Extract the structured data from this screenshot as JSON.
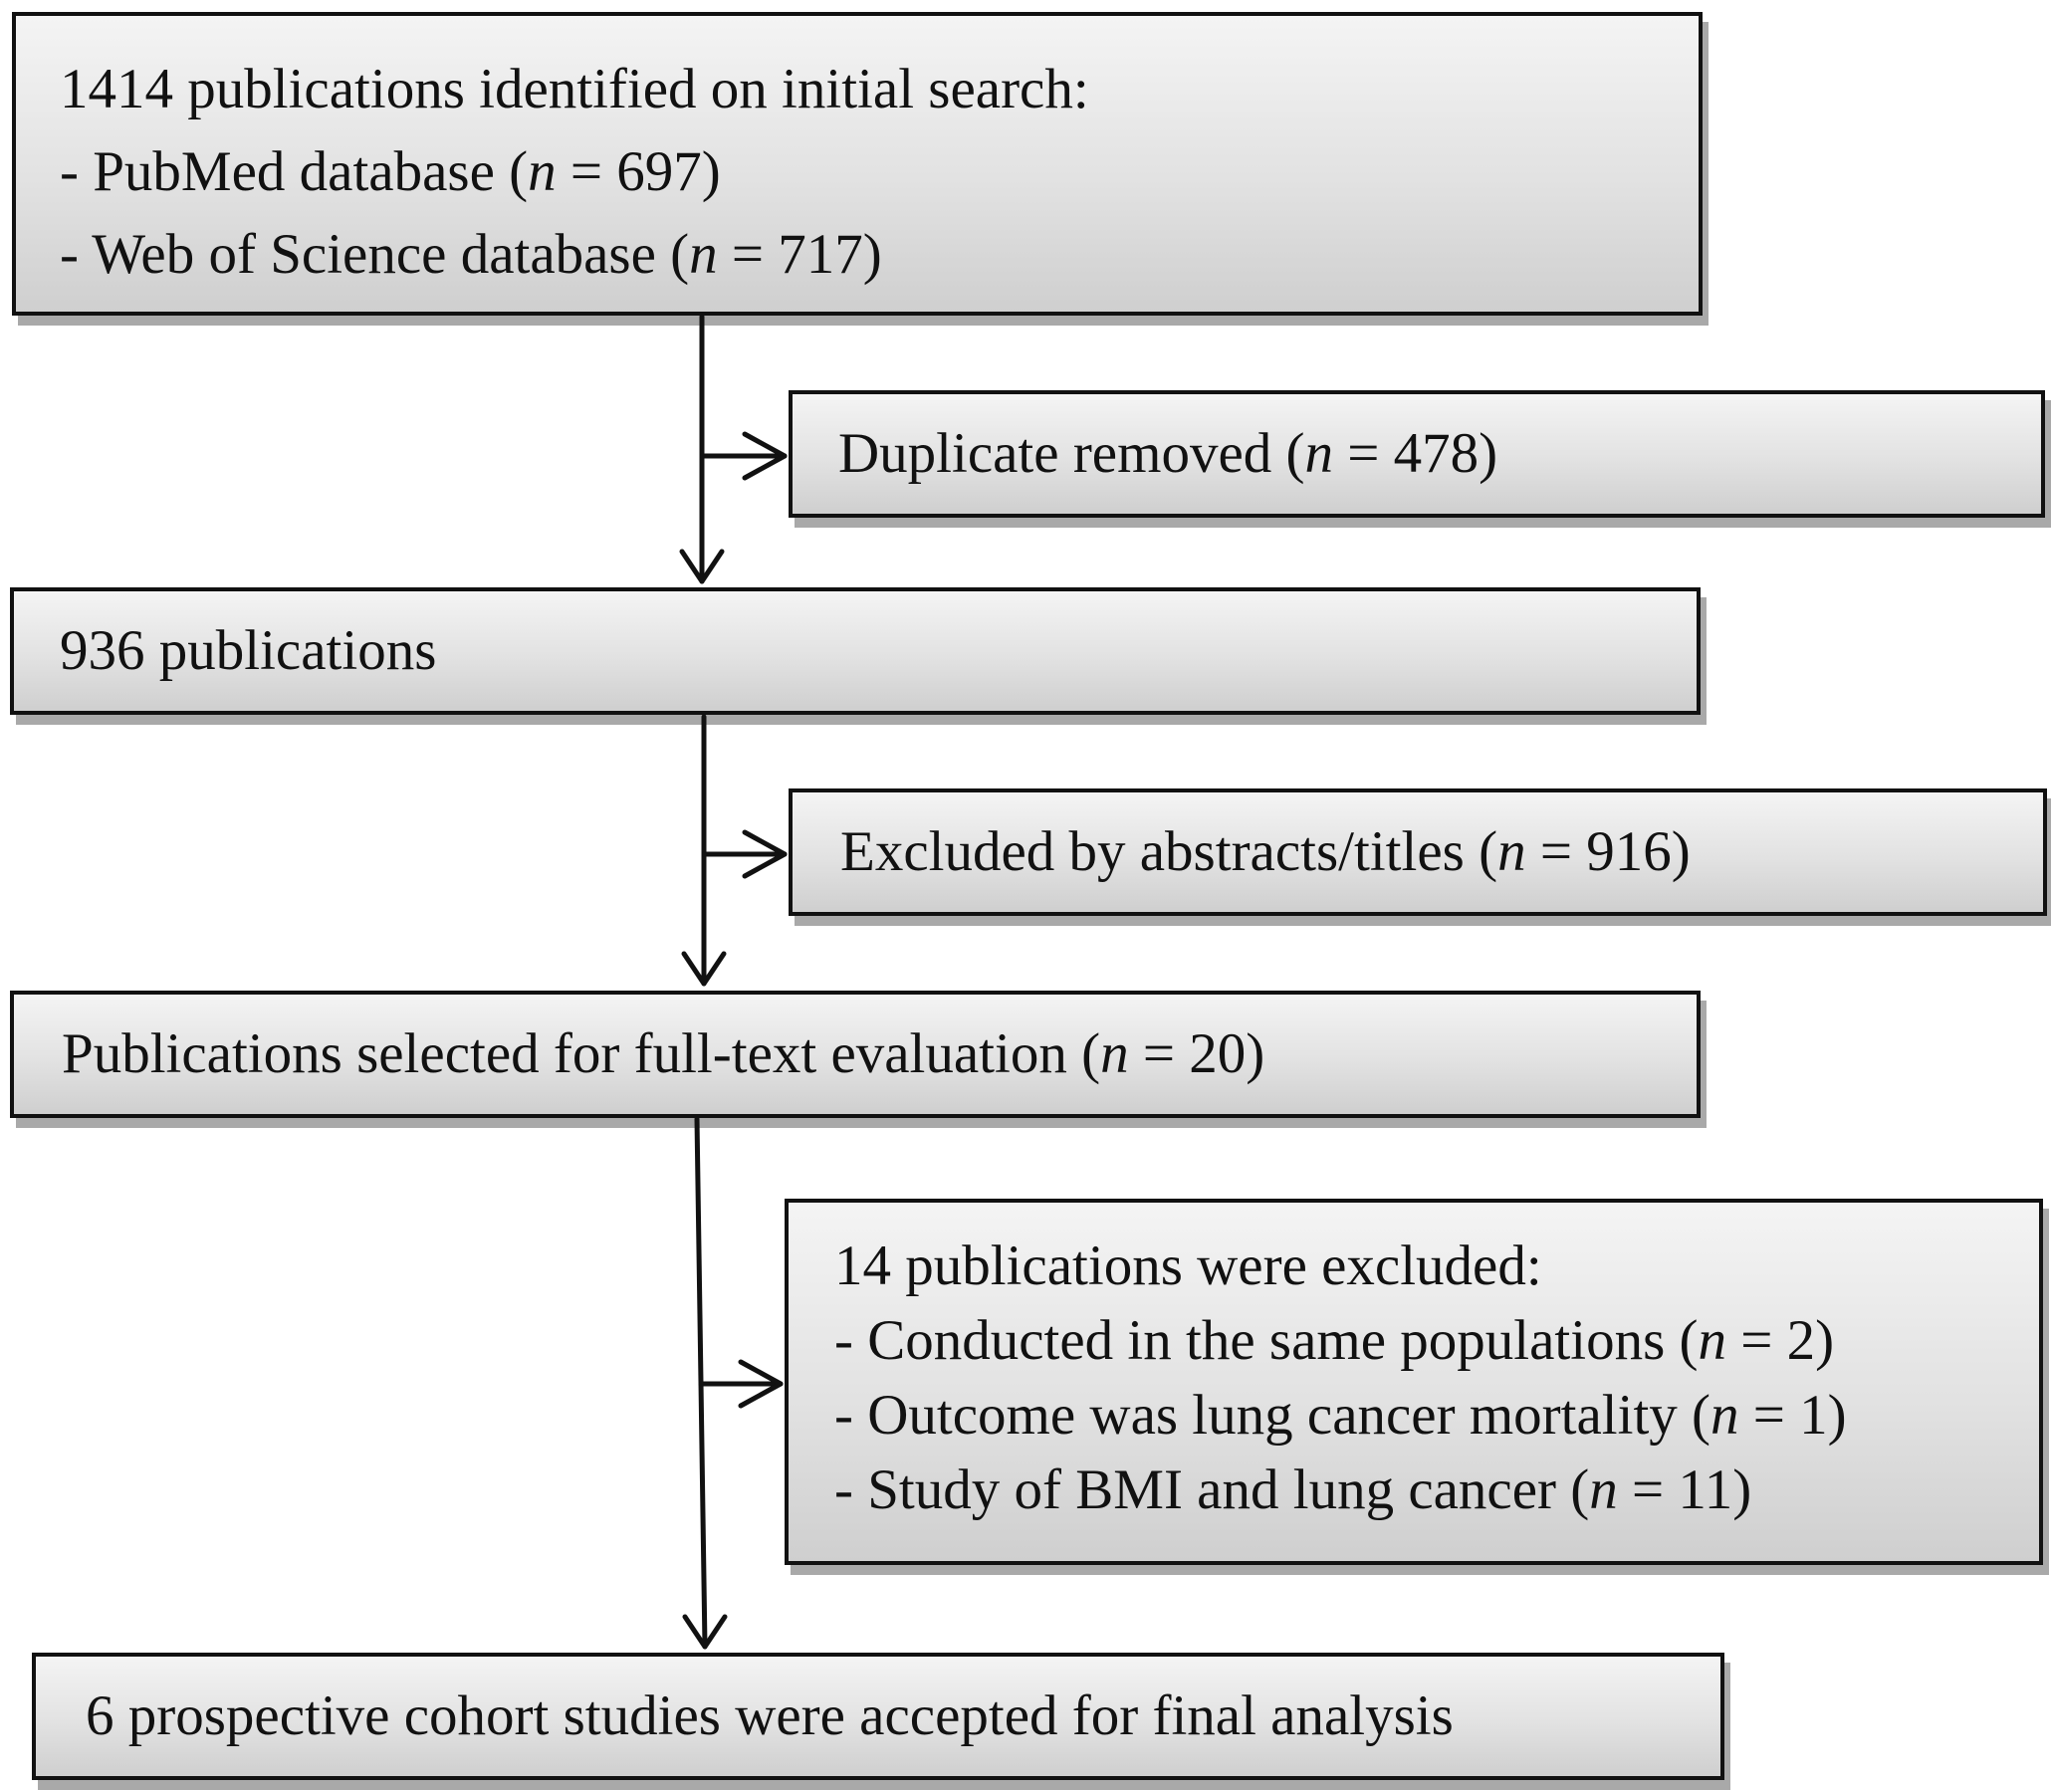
{
  "boxes": {
    "search": {
      "title": "1414 publications identified on initial search:",
      "items": [
        {
          "prefix": "- PubMed database (",
          "n_label": "n",
          "suffix": " = 697)"
        },
        {
          "prefix": "- Web of Science database (",
          "n_label": "n",
          "suffix": " = 717)"
        }
      ]
    },
    "duplicates": {
      "prefix": "Duplicate removed (",
      "n_label": "n",
      "suffix": " = 478)"
    },
    "screened": {
      "text": "936 publications"
    },
    "excluded_abstracts": {
      "prefix": "Excluded by abstracts/titles (",
      "n_label": "n",
      "suffix": " = 916)"
    },
    "fulltext": {
      "prefix": "Publications selected for full-text evaluation (",
      "n_label": "n",
      "suffix": " = 20)"
    },
    "excluded_fulltext": {
      "title": "14 publications were excluded:",
      "items": [
        {
          "prefix": "- Conducted in the same populations (",
          "n_label": "n",
          "suffix": " = 2)"
        },
        {
          "prefix": "- Outcome was lung cancer mortality (",
          "n_label": "n",
          "suffix": " = 1)"
        },
        {
          "prefix": "- Study of BMI and lung cancer (",
          "n_label": "n",
          "suffix": " = 11)"
        }
      ]
    },
    "final": {
      "text": "6 prospective cohort studies were accepted for final analysis"
    }
  },
  "colors": {
    "border": "#111111",
    "shadow": "#a9a9a9",
    "fill_top": "#f4f4f4",
    "fill_bottom": "#cfcfcf"
  }
}
